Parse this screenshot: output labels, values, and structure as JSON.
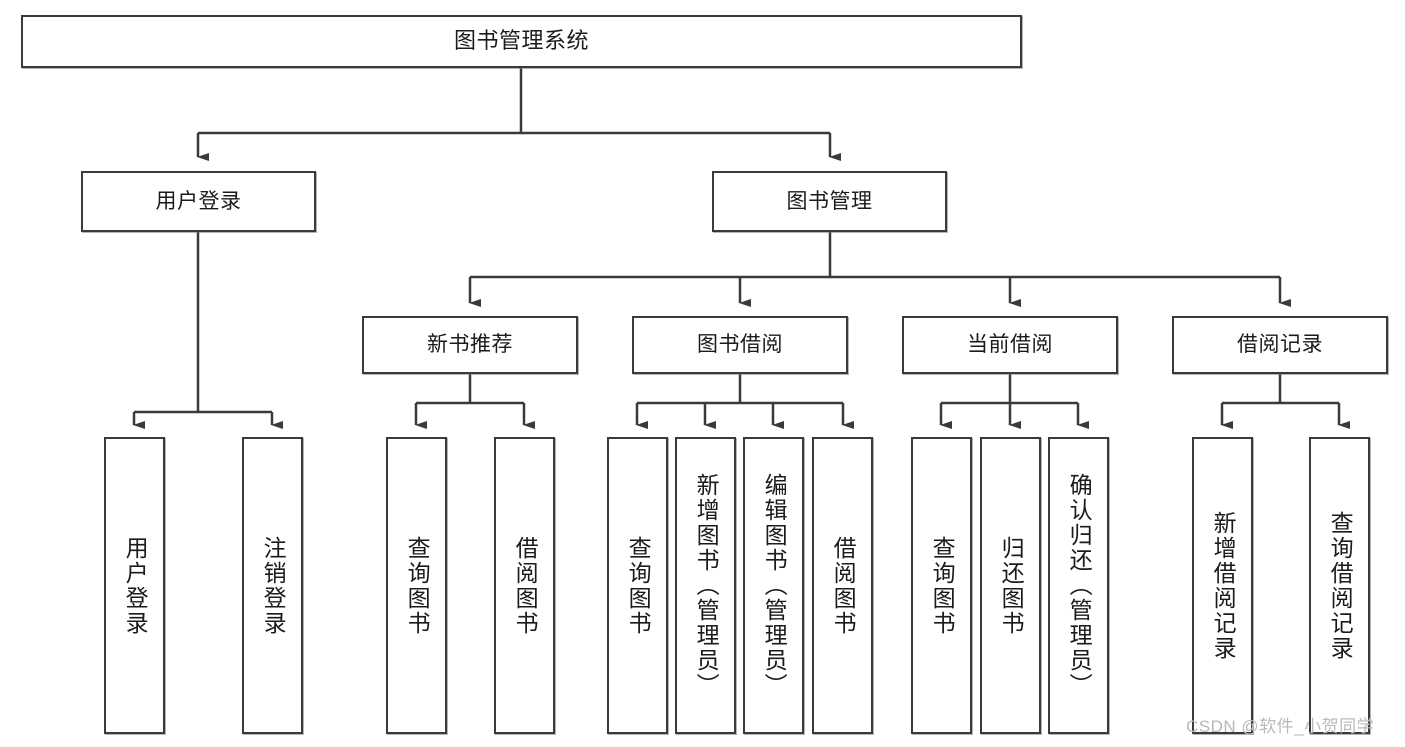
{
  "diagram": {
    "type": "tree-hierarchy",
    "title": "图书管理系统",
    "root": {
      "label": "图书管理系统"
    },
    "level2": [
      {
        "label": "用户登录"
      },
      {
        "label": "图书管理"
      }
    ],
    "level3": [
      {
        "label": "新书推荐"
      },
      {
        "label": "图书借阅"
      },
      {
        "label": "当前借阅"
      },
      {
        "label": "借阅记录"
      }
    ],
    "leaves": {
      "user_login": [
        {
          "label": "用户登录"
        },
        {
          "label": "注销登录"
        }
      ],
      "new_book_recommend": [
        {
          "label": "查询图书"
        },
        {
          "label": "借阅图书"
        }
      ],
      "book_borrow": [
        {
          "label": "查询图书"
        },
        {
          "label": "新增图书（管理员）"
        },
        {
          "label": "编辑图书（管理员）"
        },
        {
          "label": "借阅图书"
        }
      ],
      "current_borrow": [
        {
          "label": "查询图书"
        },
        {
          "label": "归还图书"
        },
        {
          "label": "确认归还（管理员）"
        }
      ],
      "borrow_record": [
        {
          "label": "新增借阅记录"
        },
        {
          "label": "查询借阅记录"
        }
      ]
    }
  },
  "watermark": {
    "text": "CSDN @软件_小贺同学"
  },
  "colors": {
    "stroke": "#3a3a3a",
    "fill": "#ffffff",
    "text": "#1b1b1b",
    "watermark": "#b9b9b9"
  }
}
